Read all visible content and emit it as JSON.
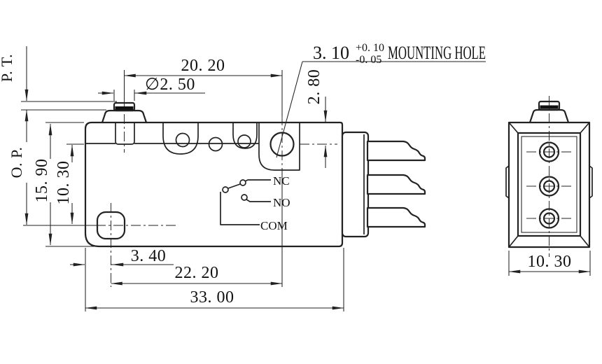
{
  "dims": {
    "top_width": "20. 20",
    "plunger_dia": "∅2. 50",
    "hole_dia": "3. 10",
    "hole_tol_plus": "+0. 10",
    "hole_tol_minus": "-0. 05",
    "hole_note": "MOUNTING HOLE",
    "hole_top_offset": "2. 80",
    "pretravel": "P. T.",
    "operating_position": "O. P.",
    "body_height": "15. 90",
    "hole_vspan": "10. 30",
    "hole_left_offset": "3. 40",
    "hole_hspan": "22. 20",
    "body_width": "33. 00",
    "end_view_width": "10. 30"
  },
  "labels": {
    "nc": "NC",
    "no": "NO",
    "com": "COM"
  },
  "colors": {
    "line": "#222222",
    "background": "#ffffff",
    "solid_fill": "#111111"
  }
}
